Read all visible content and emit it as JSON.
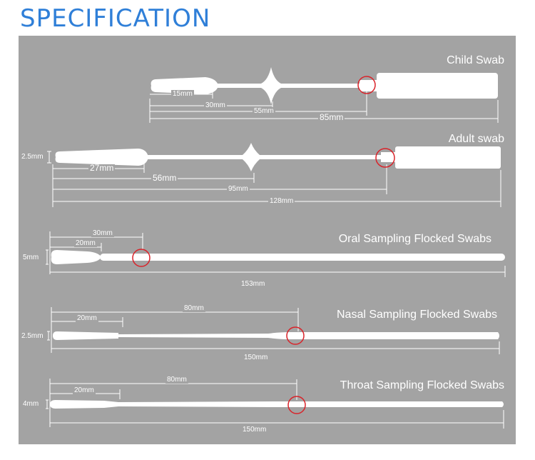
{
  "header": {
    "title": "SPECIFICATION"
  },
  "swabs": [
    {
      "name": "Child Swab",
      "dims": [
        "15mm",
        "30mm",
        "55mm",
        "85mm"
      ]
    },
    {
      "name": "Adult swab",
      "dims": [
        "2.5mm",
        "27mm",
        "56mm",
        "95mm",
        "128mm"
      ]
    },
    {
      "name": "Oral Sampling Flocked Swabs",
      "dims": [
        "30mm",
        "20mm",
        "5mm",
        "153mm"
      ]
    },
    {
      "name": "Nasal Sampling Flocked Swabs",
      "dims": [
        "80mm",
        "20mm",
        "2.5mm",
        "150mm"
      ]
    },
    {
      "name": "Throat Sampling Flocked Swabs",
      "dims": [
        "80mm",
        "20mm",
        "4mm",
        "150mm"
      ]
    }
  ],
  "colors": {
    "title": "#2f7fd8",
    "panel": "#a3a3a3",
    "swab": "#ffffff",
    "marker": "#d9232a"
  }
}
